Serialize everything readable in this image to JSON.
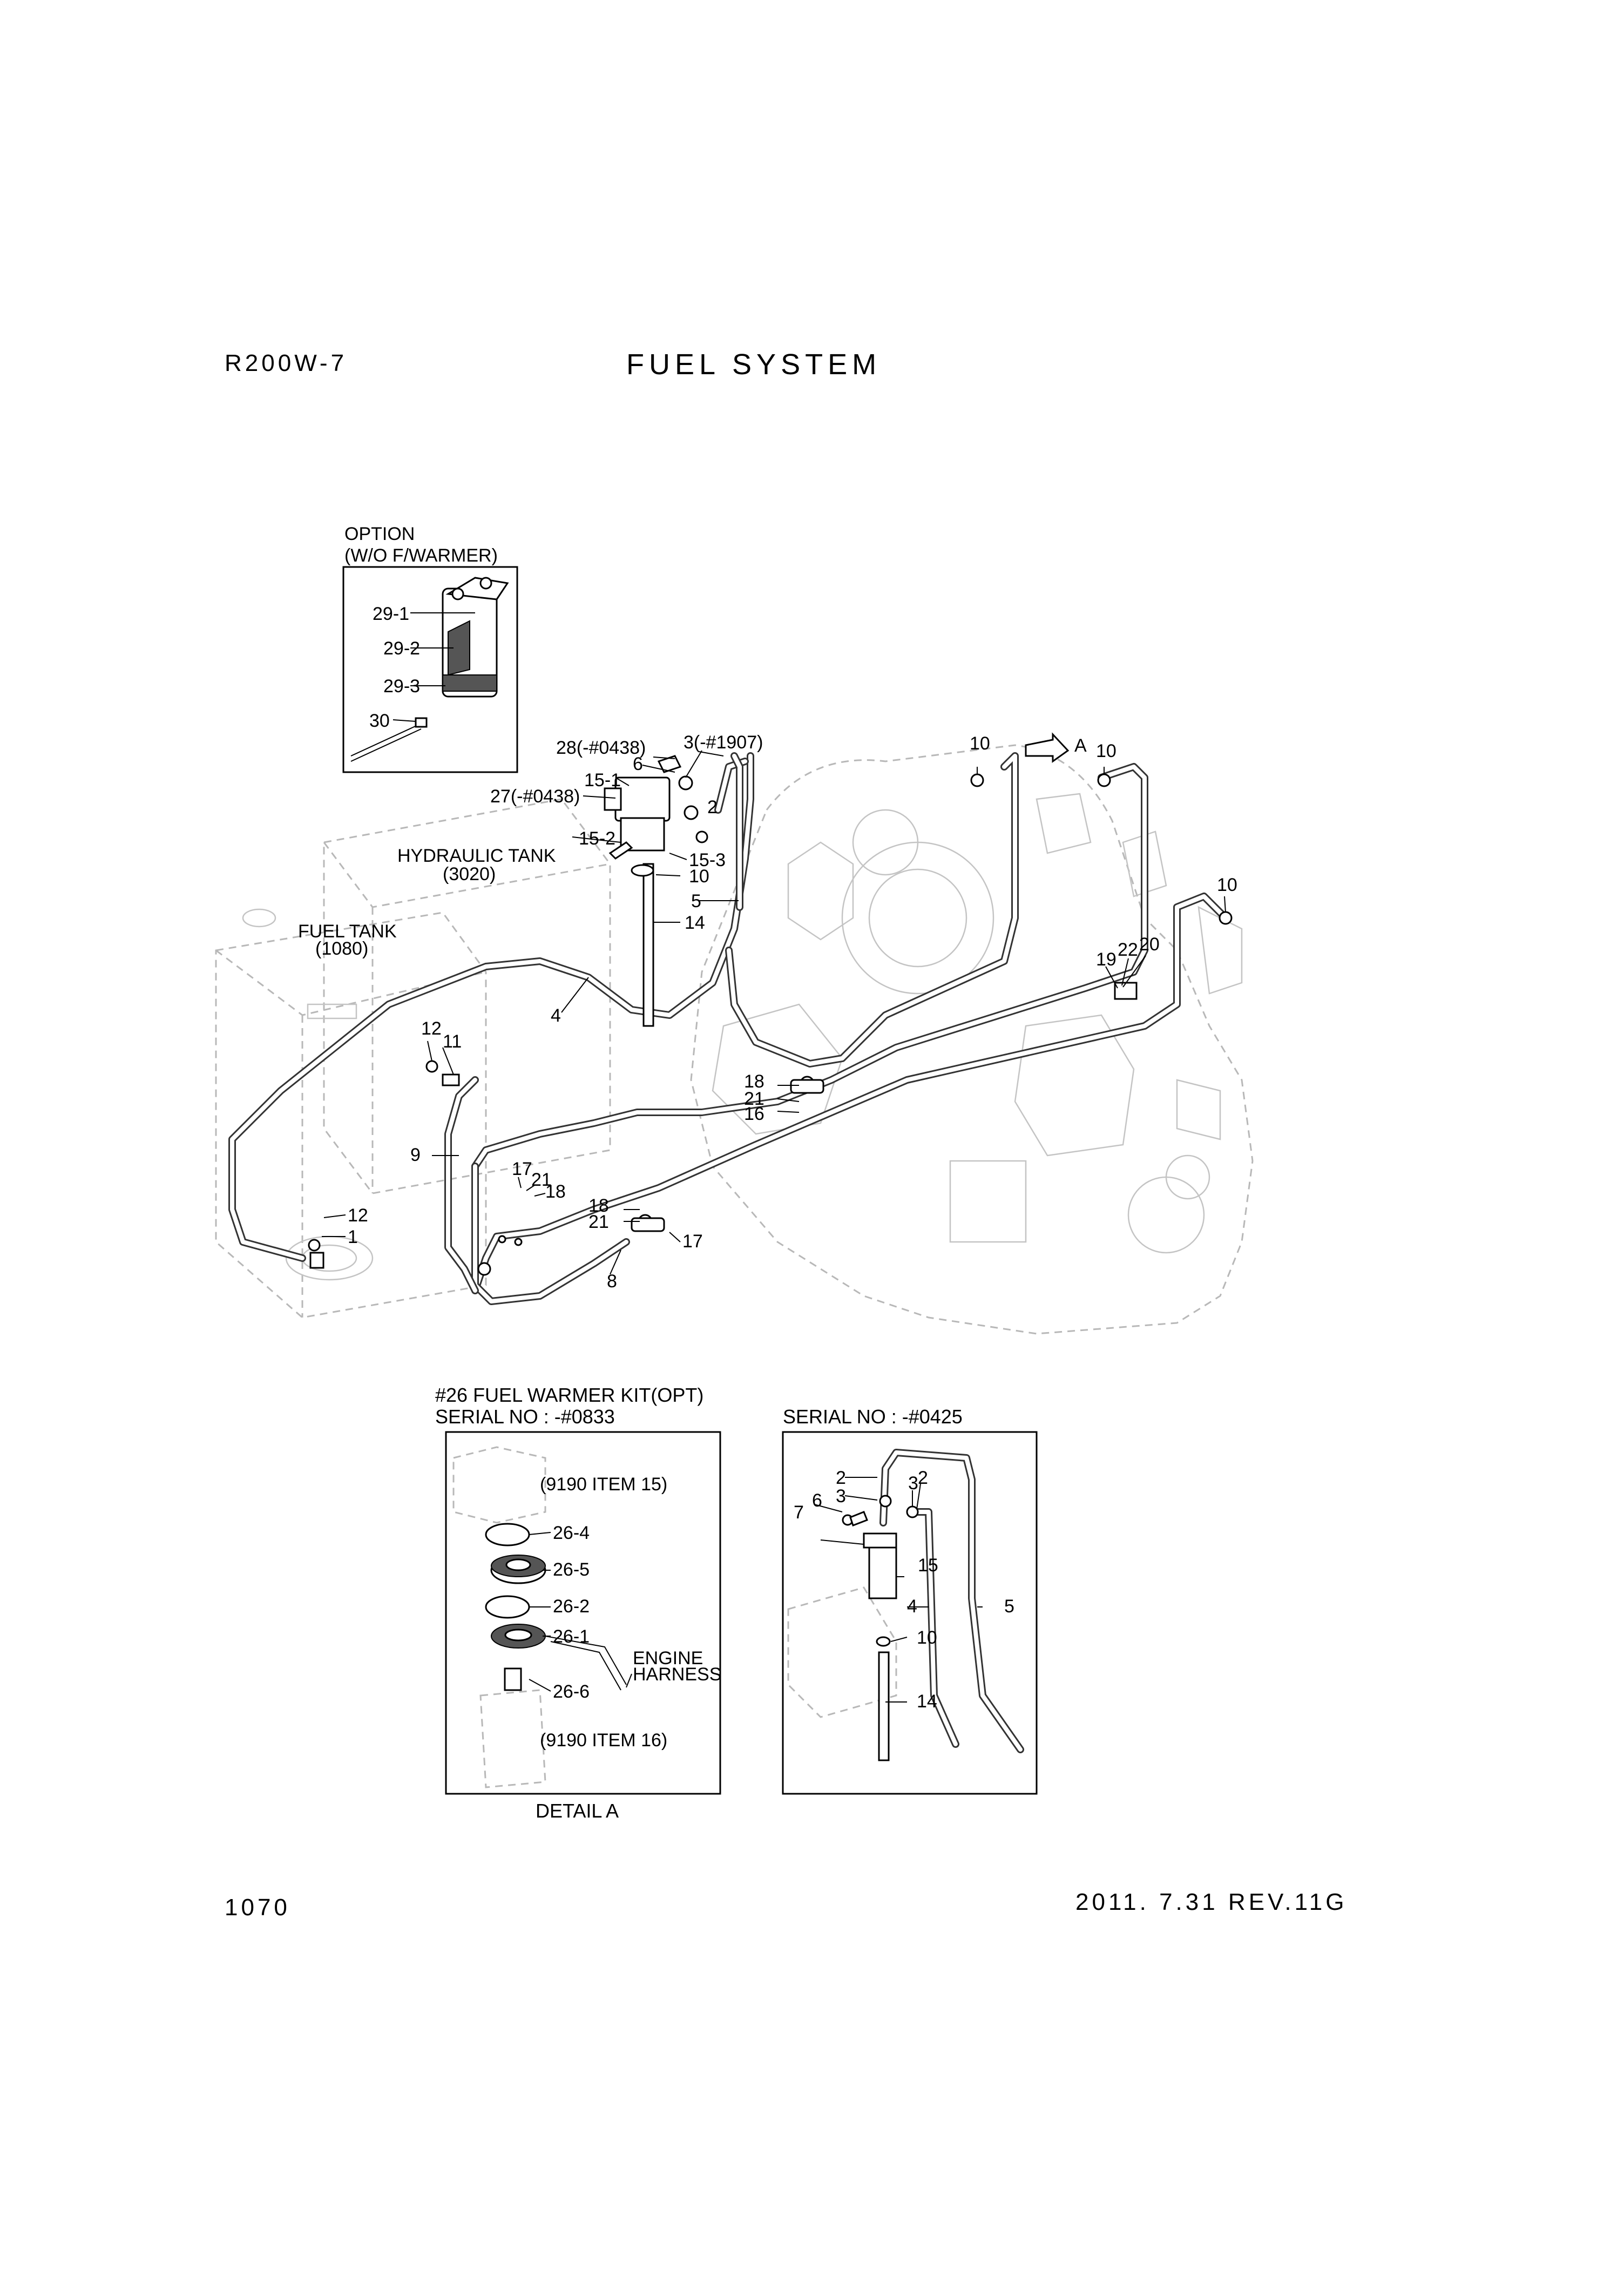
{
  "header": {
    "model": "R200W-7",
    "title": "FUEL SYSTEM",
    "page_number": "1070",
    "revision": "2011. 7.31  REV.11G"
  },
  "diagram": {
    "option_box": {
      "title": "OPTION",
      "subtitle": "(W/O F/WARMER)"
    },
    "tanks": {
      "hydraulic_tank": "HYDRAULIC TANK",
      "hydraulic_tank_code": "(3020)",
      "fuel_tank": "FUEL TANK",
      "fuel_tank_code": "(1080)"
    },
    "arrow_label": "A",
    "labels": {
      "p29_1": "29-1",
      "p29_2": "29-2",
      "p29_3": "29-3",
      "p30": "30",
      "p28": "28(-#0438)",
      "p3_1907": "3(-#1907)",
      "p6": "6",
      "p15_1": "15-1",
      "p27": "27(-#0438)",
      "p2": "2",
      "p15_2": "15-2",
      "p15_3": "15-3",
      "p10_a": "10",
      "p5": "5",
      "p14": "14",
      "p4": "4",
      "p10_b": "10",
      "p10_c": "10",
      "p10_d": "10",
      "p20": "20",
      "p22": "22",
      "p19": "19",
      "p12_a": "12",
      "p11": "11",
      "p9": "9",
      "p17_a": "17",
      "p21_a": "21",
      "p18_a": "18",
      "p12_b": "12",
      "p1": "1",
      "p18_b": "18",
      "p21_b": "21",
      "p16": "16",
      "p18_c": "18",
      "p21_c": "21",
      "p17_b": "17",
      "p8": "8"
    },
    "detail_a": {
      "title": "#26 FUEL WARMER KIT(OPT)",
      "serial": "SERIAL NO : -#0833",
      "ref_top": "(9190 ITEM 15)",
      "ref_bottom": "(9190 ITEM 16)",
      "harness": "ENGINE",
      "harness2": "HARNESS",
      "caption": "DETAIL A",
      "labels": {
        "p26_4": "26-4",
        "p26_5": "26-5",
        "p26_2": "26-2",
        "p26_1": "26-1",
        "p26_6": "26-6"
      }
    },
    "serial_box": {
      "serial": "SERIAL NO : -#0425",
      "labels": {
        "p2_a": "2",
        "p3_a": "3",
        "p3_b": "3",
        "p2_b": "2",
        "p6": "6",
        "p7": "7",
        "p15": "15",
        "p4": "4",
        "p5": "5",
        "p10": "10",
        "p14": "14"
      }
    }
  }
}
